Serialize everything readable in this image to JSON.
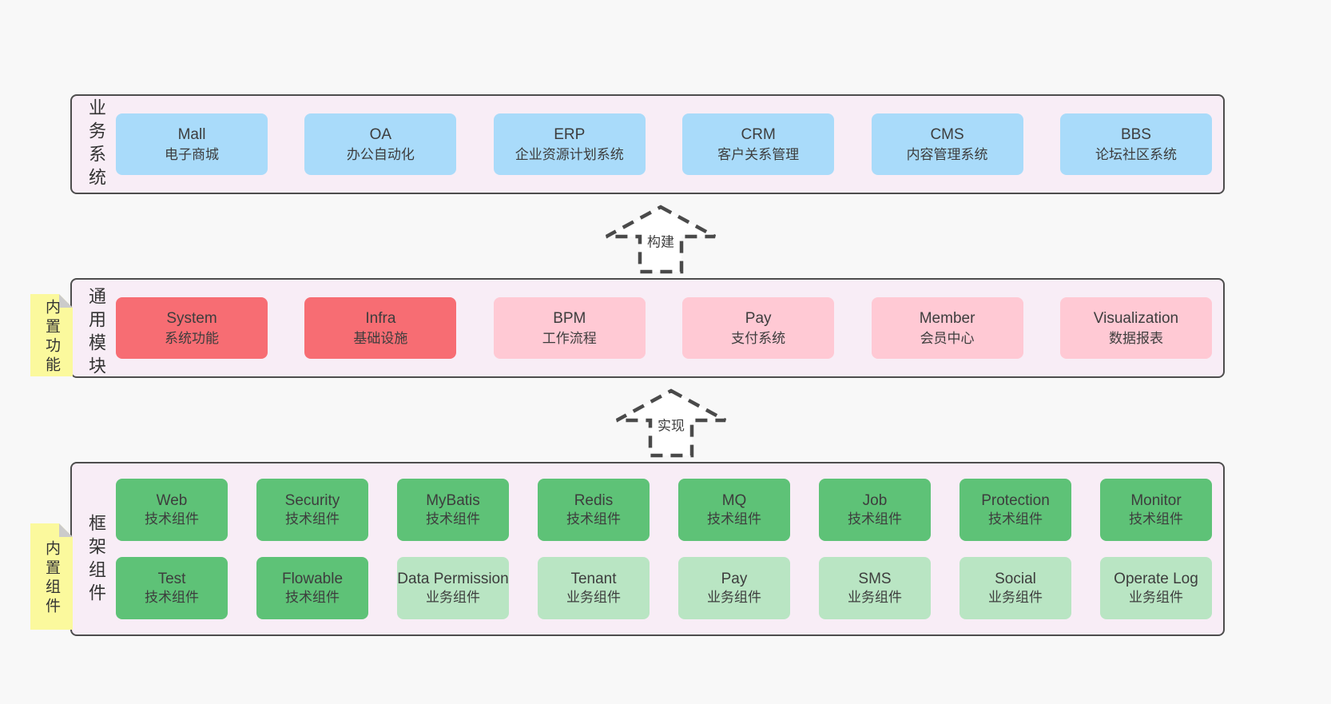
{
  "palette": {
    "page_bg": "#f8f8f8",
    "section_bg": "#f8edf6",
    "section_border": "#4d4d4d",
    "blue_box": "#a9dbfa",
    "red_box": "#f76d73",
    "pink_box": "#ffc9d4",
    "green_box": "#5ec277",
    "light_green_box": "#b9e5c3",
    "note_yellow": "#fbf99d",
    "note_fold": "#cbcbcb",
    "text": "#3d3d3d"
  },
  "arrows": [
    {
      "label": "构建"
    },
    {
      "label": "实现"
    }
  ],
  "sections": {
    "business": {
      "label": "业务系统",
      "boxes": [
        {
          "en": "Mall",
          "zh": "电子商城",
          "variant": "blue"
        },
        {
          "en": "OA",
          "zh": "办公自动化",
          "variant": "blue"
        },
        {
          "en": "ERP",
          "zh": "企业资源计划系统",
          "variant": "blue"
        },
        {
          "en": "CRM",
          "zh": "客户关系管理",
          "variant": "blue"
        },
        {
          "en": "CMS",
          "zh": "内容管理系统",
          "variant": "blue"
        },
        {
          "en": "BBS",
          "zh": "论坛社区系统",
          "variant": "blue"
        }
      ]
    },
    "modules": {
      "label": "通用模块",
      "note": "内置功能",
      "boxes": [
        {
          "en": "System",
          "zh": "系统功能",
          "variant": "red"
        },
        {
          "en": "Infra",
          "zh": "基础设施",
          "variant": "red"
        },
        {
          "en": "BPM",
          "zh": "工作流程",
          "variant": "pink"
        },
        {
          "en": "Pay",
          "zh": "支付系统",
          "variant": "pink"
        },
        {
          "en": "Member",
          "zh": "会员中心",
          "variant": "pink"
        },
        {
          "en": "Visualization",
          "zh": "数据报表",
          "variant": "pink"
        }
      ]
    },
    "components": {
      "label": "框架组件",
      "note": "内置组件",
      "rows": [
        [
          {
            "en": "Web",
            "zh": "技术组件",
            "variant": "green"
          },
          {
            "en": "Security",
            "zh": "技术组件",
            "variant": "green"
          },
          {
            "en": "MyBatis",
            "zh": "技术组件",
            "variant": "green"
          },
          {
            "en": "Redis",
            "zh": "技术组件",
            "variant": "green"
          },
          {
            "en": "MQ",
            "zh": "技术组件",
            "variant": "green"
          },
          {
            "en": "Job",
            "zh": "技术组件",
            "variant": "green"
          },
          {
            "en": "Protection",
            "zh": "技术组件",
            "variant": "green"
          },
          {
            "en": "Monitor",
            "zh": "技术组件",
            "variant": "green"
          }
        ],
        [
          {
            "en": "Test",
            "zh": "技术组件",
            "variant": "green"
          },
          {
            "en": "Flowable",
            "zh": "技术组件",
            "variant": "green"
          },
          {
            "en": "Data Permission",
            "zh": "业务组件",
            "variant": "lightgreen"
          },
          {
            "en": "Tenant",
            "zh": "业务组件",
            "variant": "lightgreen"
          },
          {
            "en": "Pay",
            "zh": "业务组件",
            "variant": "lightgreen"
          },
          {
            "en": "SMS",
            "zh": "业务组件",
            "variant": "lightgreen"
          },
          {
            "en": "Social",
            "zh": "业务组件",
            "variant": "lightgreen"
          },
          {
            "en": "Operate Log",
            "zh": "业务组件",
            "variant": "lightgreen"
          }
        ]
      ]
    }
  }
}
